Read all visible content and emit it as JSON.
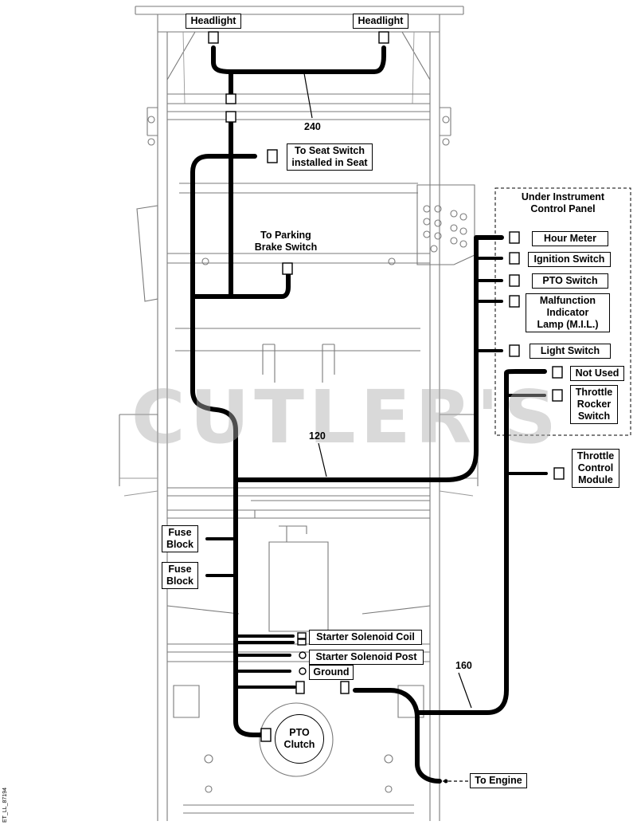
{
  "labels": {
    "headlight_left": "Headlight",
    "headlight_right": "Headlight",
    "seat_switch": "To Seat Switch\ninstalled in Seat",
    "parking_brake": "To Parking\nBrake Switch",
    "under_panel": "Under Instrument\nControl Panel",
    "hour_meter": "Hour Meter",
    "ignition_switch": "Ignition Switch",
    "pto_switch": "PTO Switch",
    "mil": "Malfunction\nIndicator\nLamp (M.I.L.)",
    "light_switch": "Light Switch",
    "not_used": "Not Used",
    "throttle_rocker": "Throttle\nRocker\nSwitch",
    "throttle_module": "Throttle\nControl\nModule",
    "fuse_block_1": "Fuse\nBlock",
    "fuse_block_2": "Fuse\nBlock",
    "starter_coil": "Starter Solenoid Coil",
    "starter_post": "Starter Solenoid Post",
    "ground": "Ground",
    "pto_clutch": "PTO\nClutch",
    "to_engine": "To Engine"
  },
  "harness_numbers": {
    "n240": "240",
    "n120": "120",
    "n160": "160"
  },
  "watermark": "CUTLER'S",
  "figure_code": "ET_LL_87194"
}
